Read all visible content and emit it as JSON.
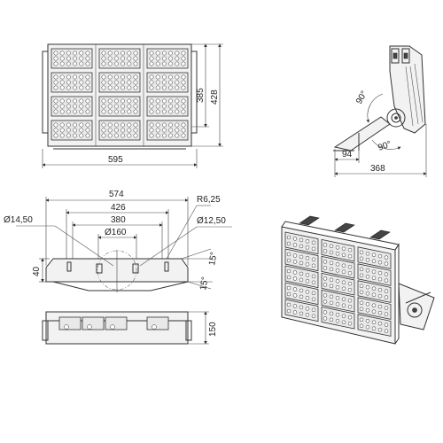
{
  "front_view": {
    "width_label": "595",
    "height_inner_label": "385",
    "height_outer_label": "428"
  },
  "side_view": {
    "angle_top_label": "90°",
    "angle_bottom_label": "90°",
    "depth_small_label": "94",
    "depth_total_label": "368"
  },
  "bracket_view": {
    "dim_574": "574",
    "dim_426": "426",
    "dim_380": "380",
    "dim_160": "Ø160",
    "radius_label": "R6,25",
    "hole_small": "Ø12,50",
    "hole_large": "Ø14,50",
    "height_40": "40",
    "height_150": "150",
    "angle_upper": "15°",
    "angle_lower": "15°"
  }
}
